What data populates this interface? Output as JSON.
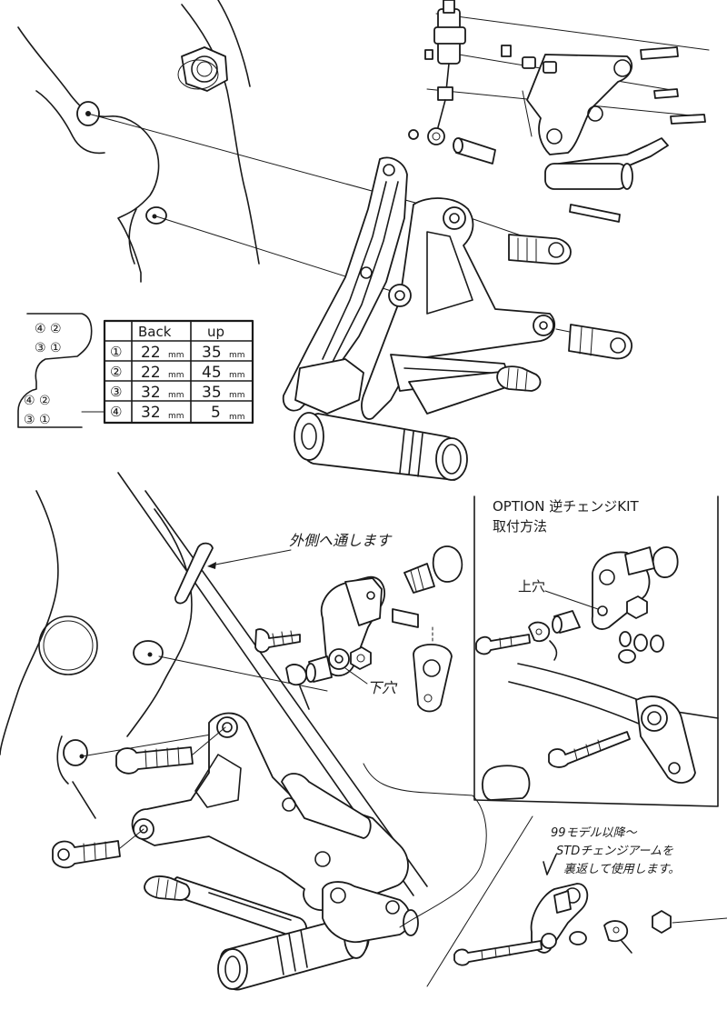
{
  "diagram": {
    "table": {
      "headers": [
        "Back",
        "up"
      ],
      "rows": [
        {
          "pos": "①",
          "back": "22",
          "back_unit": "mm",
          "up": "35",
          "up_unit": "mm"
        },
        {
          "pos": "②",
          "back": "22",
          "back_unit": "mm",
          "up": "45",
          "up_unit": "mm"
        },
        {
          "pos": "③",
          "back": "32",
          "back_unit": "mm",
          "up": "35",
          "up_unit": "mm"
        },
        {
          "pos": "④",
          "back": "32",
          "back_unit": "mm",
          "up": "5",
          "up_unit": "mm"
        }
      ]
    },
    "hole_key": {
      "top_row": "④ ②",
      "bottom_row": "③ ①"
    },
    "notes": {
      "outer_side": "外側へ通します",
      "lower_hole": "下穴",
      "upper_hole": "上穴"
    },
    "option_box": {
      "title_line1": "OPTION 逆チェンジKIT",
      "title_line2": "取付方法"
    },
    "model_note": {
      "line1": "99モデル以降～",
      "line2": "STDチェンジアームを",
      "line3": "裏返して使用します。"
    },
    "colors": {
      "ink": "#1a1a1a",
      "paper": "#ffffff"
    }
  }
}
